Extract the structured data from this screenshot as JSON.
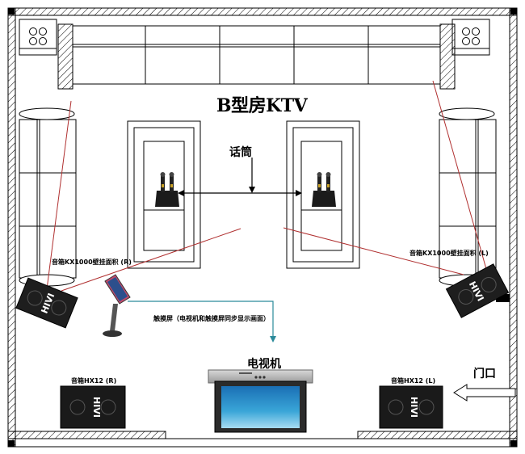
{
  "title": "B型房KTV",
  "labels": {
    "mic": "话筒",
    "speaker_right_top": "音箱KX1000壁挂面积 (R)",
    "speaker_left_top": "音箱KX1000壁挂面积 (L)",
    "touchscreen": "触摸屏（电视机和触摸屏同步显示画面）",
    "tv": "电视机",
    "speaker_right_bottom": "音箱HX12 (R)",
    "speaker_left_bottom": "音箱HX12 (L)",
    "door": "门口"
  },
  "brand_mark": "HIVI",
  "colors": {
    "wall_hatch": "#000000",
    "sightline": "#b03030",
    "tv_link": "#2a8a9a",
    "tv_screen": "#3aa6d8"
  }
}
